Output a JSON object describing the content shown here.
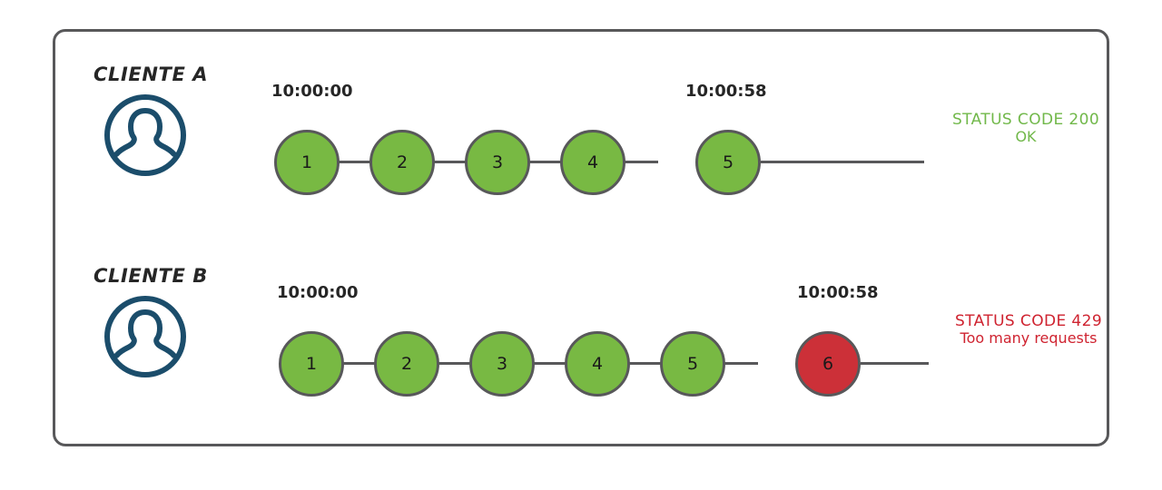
{
  "diagram": {
    "title_hidden": "",
    "colors": {
      "frame": "#58585a",
      "node_ok": "#78b943",
      "node_error": "#cc3038",
      "node_stroke": "#58585a",
      "avatar": "#1b4d6b",
      "status_ok": "#71b84a",
      "status_error": "#cf2330",
      "text": "#262626"
    },
    "rows": [
      {
        "id": "row-a",
        "client_label": "CLIENTE A",
        "avatar_icon": "user-avatar-icon",
        "time_start": "10:00:00",
        "time_end": "10:00:58",
        "nodes": [
          {
            "label": "1",
            "state": "ok"
          },
          {
            "label": "2",
            "state": "ok"
          },
          {
            "label": "3",
            "state": "ok"
          },
          {
            "label": "4",
            "state": "ok"
          },
          {
            "label": "5",
            "state": "ok"
          }
        ],
        "status": {
          "line1": "STATUS CODE 200",
          "line2": "OK",
          "state": "ok"
        }
      },
      {
        "id": "row-b",
        "client_label": "CLIENTE B",
        "avatar_icon": "user-avatar-icon",
        "time_start": "10:00:00",
        "time_end": "10:00:58",
        "nodes": [
          {
            "label": "1",
            "state": "ok"
          },
          {
            "label": "2",
            "state": "ok"
          },
          {
            "label": "3",
            "state": "ok"
          },
          {
            "label": "4",
            "state": "ok"
          },
          {
            "label": "5",
            "state": "ok"
          },
          {
            "label": "6",
            "state": "error"
          }
        ],
        "status": {
          "line1": "STATUS CODE 429",
          "line2": "Too many requests",
          "state": "error"
        }
      }
    ]
  }
}
